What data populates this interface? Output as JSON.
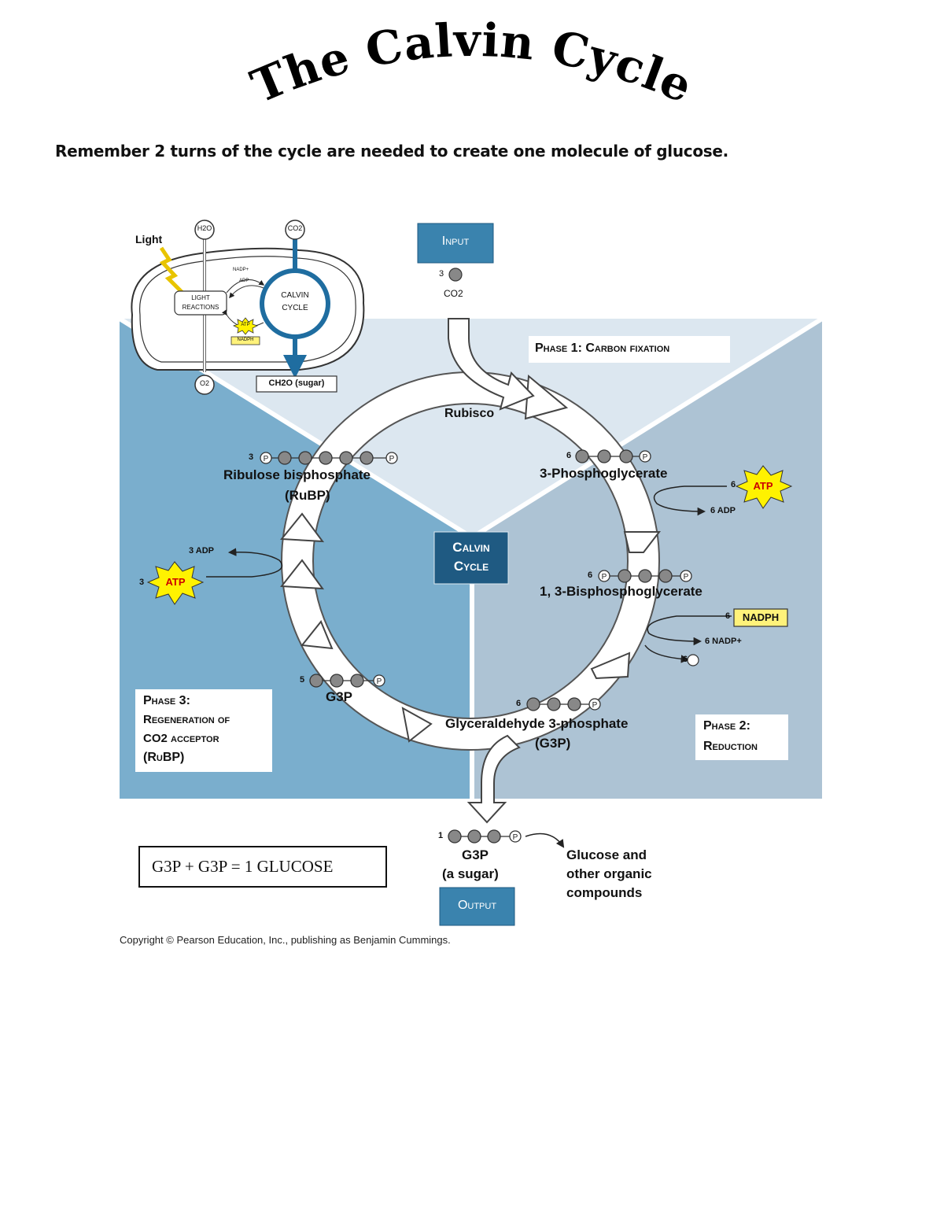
{
  "title": "The Calvin Cycle",
  "subtitle": "Remember 2 turns of the cycle are needed to create one molecule of glucose.",
  "inset": {
    "light": "Light",
    "h2o": "H2O",
    "co2": "CO2",
    "o2": "O2",
    "light_reactions_1": "LIGHT",
    "light_reactions_2": "REACTIONS",
    "calvin_1": "CALVIN",
    "calvin_2": "CYCLE",
    "nadp": "NADP+",
    "adp": "ADP",
    "atp": "ATP",
    "nadph": "NADPH",
    "sugar": "CH2O (sugar)"
  },
  "input": {
    "label": "Input",
    "count": "3",
    "molecule": "CO2"
  },
  "phase1": {
    "label": "Phase 1: Carbon fixation"
  },
  "phase2": {
    "line1": "Phase 2:",
    "line2": "Reduction"
  },
  "phase3": {
    "line1": "Phase 3:",
    "line2": "Regeneration of",
    "line3": "CO2 acceptor",
    "line4": "(RuBP)"
  },
  "center": {
    "line1": "Calvin",
    "line2": "Cycle"
  },
  "enzyme": "Rubisco",
  "molecules": {
    "rubp_count": "3",
    "rubp_name": "Ribulose bisphosphate",
    "rubp_abbr": "(RuBP)",
    "pga_count": "6",
    "pga_name": "3-Phosphoglycerate",
    "bpg_count": "6",
    "bpg_name": "1, 3-Bisphosphoglycerate",
    "g3p_count": "6",
    "g3p_name": "Glyceraldehyde 3-phosphate",
    "g3p_abbr": "(G3P)",
    "g3p5_count": "5",
    "g3p5_name": "G3P"
  },
  "energy": {
    "atp_in_count": "6",
    "atp_label": "ATP",
    "adp_out": "6 ADP",
    "nadph_count": "6",
    "nadph_label": "NADPH",
    "nadp_out": "6 NADP+",
    "pi_out_count": "6",
    "atp3_count": "3",
    "adp3_out": "3 ADP"
  },
  "output": {
    "count": "1",
    "name": "G3P",
    "desc": "(a sugar)",
    "label": "Output",
    "result_1": "Glucose and",
    "result_2": "other organic",
    "result_3": "compounds"
  },
  "equation": "G3P + G3P = 1 GLUCOSE",
  "copyright": "Copyright © Pearson Education, Inc., publishing as Benjamin Cummings.",
  "colors": {
    "phase1_bg": "#dce7f0",
    "phase2_bg": "#adc3d4",
    "phase3_bg": "#7aaecd",
    "input_box": "#3a83ae",
    "center_box": "#1f5a82",
    "atp_star": "#fff200",
    "nadph_box": "#fff27a"
  }
}
